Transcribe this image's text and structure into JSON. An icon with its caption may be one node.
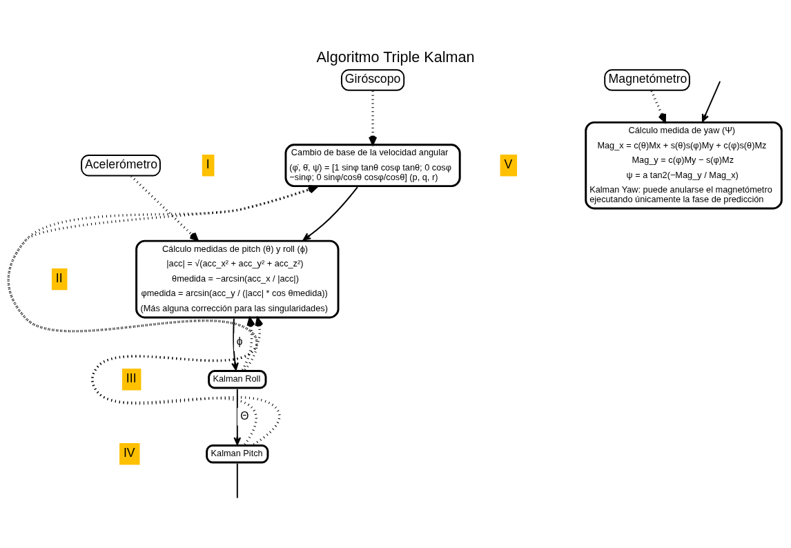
{
  "diagram": {
    "title": "Algoritmo Triple Kalman",
    "nodes": [
      {
        "text": [
          "Giróscopo"
        ]
      },
      {
        "text": [
          "Cambio de base de la velocidad angular",
          "(φ̇, θ̇, ψ̇) = [1 sinφ tanθ cosφ tanθ; 0 cosφ −sinφ; 0 sinφ/cosθ cosφ/cosθ] (p, q, r)"
        ]
      },
      {
        "text": [
          "Acelerómetro"
        ]
      },
      {
        "text": [
          "Cálculo medidas de pitch (θ) y roll (ϕ)",
          "|acc| = √(acc_x² + acc_y² + acc_z²)",
          "θmedida = −arcsin(acc_x / |acc|)",
          "φmedida = arcsin(acc_y / (|acc| * cos θmedida))",
          "(Más alguna corrección para las singularidades)"
        ]
      },
      {
        "text": [
          "Magnetómetro"
        ]
      },
      {
        "text": [
          "Cálculo medida de yaw (Ψ)",
          "Mag_x = c(θ)Mx + s(θ)s(φ)My + c(φ)s(θ)Mz",
          "Mag_y = c(φ)My − s(φ)Mz",
          "ψ = a tan2(−Mag_y / Mag_x)",
          "Kalman Yaw: puede anularse el magnetómetro ejecutando únicamente la fase de predicción"
        ]
      },
      {
        "text": [
          "Kalman Roll"
        ]
      },
      {
        "text": [
          "Kalman Pitch"
        ]
      }
    ],
    "labels": [
      "I",
      "II",
      "V",
      "III",
      "IV"
    ],
    "edges": [
      {
        "from": 0,
        "to": 1,
        "arrow": "to",
        "style": "dashed"
      },
      {
        "from": 2,
        "to": 3,
        "arrow": "to",
        "style": "dashed"
      },
      {
        "from": 4,
        "to": 5,
        "arrow": "to",
        "style": "dashed"
      },
      {
        "from": 1,
        "to": 3,
        "arrow": "to"
      },
      {
        "from": 3,
        "to": 6,
        "label": "ϕ",
        "arrow": "to"
      },
      {
        "from": 6,
        "to": 7,
        "label": "Θ",
        "arrow": "to"
      },
      {
        "from": 6,
        "to": 1,
        "arrow": "to",
        "style": "dashed"
      },
      {
        "from": 7,
        "to": 1,
        "arrow": "to",
        "style": "dashed"
      },
      {
        "from": 6,
        "to": 3,
        "arrow": "to",
        "style": "dashed"
      },
      {
        "from": 7,
        "to": 3,
        "arrow": "to",
        "style": "dashed"
      },
      {
        "from": 7,
        "to": null,
        "arrow": "none"
      },
      {
        "from": null,
        "to": 5,
        "arrow": "to"
      }
    ]
  }
}
